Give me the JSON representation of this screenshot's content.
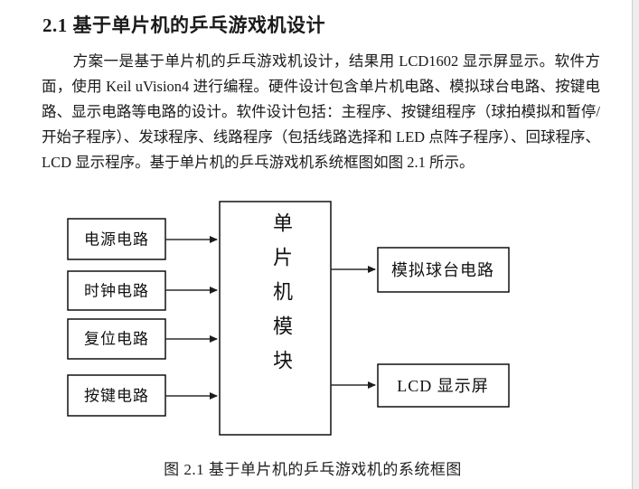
{
  "page": {
    "heading": "2.1 基于单片机的乒乓游戏机设计",
    "paragraph": "方案一是基于单片机的乒乓游戏机设计，结果用 LCD1602 显示屏显示。软件方面，使用 Keil uVision4 进行编程。硬件设计包含单片机电路、模拟球台电路、按键电路、显示电路等电路的设计。软件设计包括：主程序、按键组程序（球拍模拟和暂停/开始子程序）、发球程序、线路程序（包括线路选择和 LED 点阵子程序）、回球程序、LCD 显示程序。基于单片机的乒乓游戏机系统框图如图 2.1 所示。",
    "caption": "图 2.1 基于单片机的乒乓游戏机的系统框图"
  },
  "diagram": {
    "inputs": [
      {
        "id": "power",
        "label": "电源电路"
      },
      {
        "id": "clock",
        "label": "时钟电路"
      },
      {
        "id": "reset",
        "label": "复位电路"
      },
      {
        "id": "keypad",
        "label": "按键电路"
      }
    ],
    "mcu": {
      "label": "单片机模块",
      "chars": [
        "单",
        "片",
        "机",
        "模",
        "块"
      ]
    },
    "outputs": [
      {
        "id": "sim-table",
        "label": "模拟球台电路"
      },
      {
        "id": "lcd",
        "label": "LCD 显示屏"
      }
    ],
    "colors": {
      "line": "#2b2b2b",
      "box_border": "#000000",
      "text": "#111111",
      "page_edge": "#ededed"
    }
  }
}
